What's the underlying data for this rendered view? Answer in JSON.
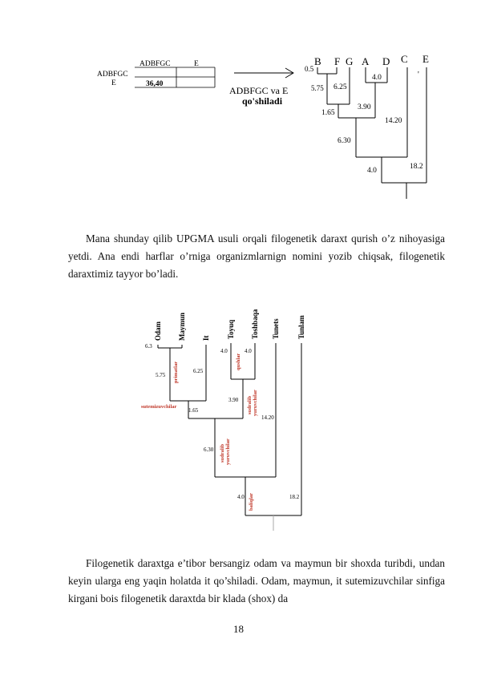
{
  "figure1": {
    "matrix": {
      "col_headers": [
        "ADBFGC",
        "E"
      ],
      "row_headers": [
        "ADBFGC",
        "E"
      ],
      "value": "36,40"
    },
    "arrow_caption": [
      "ADBFGC va E",
      "qo'shiladi"
    ],
    "tree": {
      "leaves": [
        "B",
        "F",
        "G",
        "A",
        "D",
        "C",
        "E"
      ],
      "branch_labels": [
        "0.5",
        "5.75",
        "6.25",
        "4.0",
        "3.90",
        "1.65",
        "14.20",
        "6.30",
        "18.2",
        "4.0"
      ],
      "mark": "'"
    }
  },
  "para1": "Mana shunday qilib UPGMA usuli orqali filogenetik daraxt qurish o’z nihoyasiga yetdi. Ana endi harflar o’rniga organizmlarnign nomini yozib chiqsak, filogenetik daraxtimiz tayyor bo’ladi.",
  "figure2": {
    "leaves": [
      "Odam",
      "Maymun",
      "It",
      "Toyuq",
      "Toshbaqa",
      "Tunets",
      "Tunlam"
    ],
    "branch_labels": [
      "6.3",
      "5.75",
      "6.25",
      "4.0",
      "4.0",
      "3.90",
      "1.65",
      "14.20",
      "6.30",
      "4.0",
      "18.2"
    ],
    "clade_labels": [
      "primatlar",
      "qushlar",
      "sudralib yuruvchilar",
      "sutemizuvchilar",
      "sudralib yuruvchilar",
      "baliqlar"
    ]
  },
  "para2": "Filogenetik daraxtga e’tibor bersangiz odam va maymun bir shoxda turibdi, undan keyin ularga eng yaqin holatda it qo’shiladi. Odam, maymun, it sutemizuvchilar sinfiga kirgani bois filogenetik daraxtda bir klada (shox) da",
  "page_number": "18",
  "colors": {
    "clade_label": "#c0392b",
    "line": "#000000"
  }
}
